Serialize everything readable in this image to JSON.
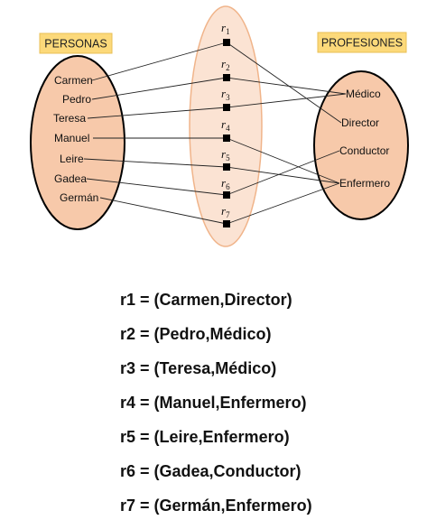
{
  "personas_header": "PERSONAS",
  "profesiones_header": "PROFESIONES",
  "personas": [
    "Carmen",
    "Pedro",
    "Teresa",
    "Manuel",
    "Leire",
    "Gadea",
    "Germán"
  ],
  "profesiones": [
    "Médico",
    "Director",
    "Conductor",
    "Enfermero"
  ],
  "relation_nodes": [
    {
      "letter": "r",
      "sub": "1"
    },
    {
      "letter": "r",
      "sub": "2"
    },
    {
      "letter": "r",
      "sub": "3"
    },
    {
      "letter": "r",
      "sub": "4"
    },
    {
      "letter": "r",
      "sub": "5"
    },
    {
      "letter": "r",
      "sub": "6"
    },
    {
      "letter": "r",
      "sub": "7"
    }
  ],
  "relations": [
    "r1 = (Carmen,Director)",
    "r2 = (Pedro,Médico)",
    "r3 = (Teresa,Médico)",
    "r4 = (Manuel,Enfermero)",
    "r5 = (Leire,Enfermero)",
    "r6 = (Gadea,Conductor)",
    "r7 = (Germán,Enfermero)"
  ],
  "colors": {
    "ellipse_fill": "#f7c9aa",
    "center_fill": "#fbe3d3",
    "center_stroke": "#f0b48a",
    "header_fill": "#fcd97a"
  }
}
